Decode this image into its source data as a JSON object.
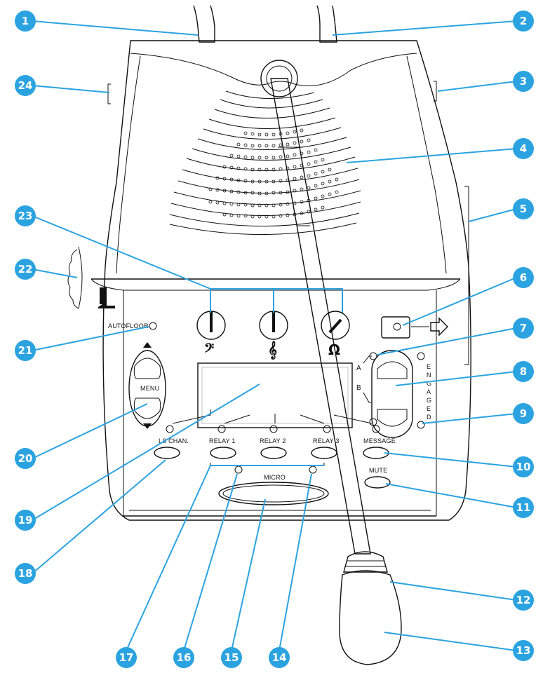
{
  "device": {
    "labels": {
      "autofloor": "AUTOFLOOR",
      "menu": "MENU",
      "ls_chan": "LS CHAN.",
      "relay1": "RELAY 1",
      "relay2": "RELAY 2",
      "relay3": "RELAY 3",
      "message": "MESSAGE",
      "mute": "MUTE",
      "micro": "MICRO",
      "a": "A",
      "b": "B",
      "engaged": [
        "E",
        "N",
        "G",
        "A",
        "G",
        "E",
        "D"
      ]
    }
  },
  "callouts": [
    "1",
    "2",
    "3",
    "4",
    "5",
    "6",
    "7",
    "8",
    "9",
    "10",
    "11",
    "12",
    "13",
    "14",
    "15",
    "16",
    "17",
    "18",
    "19",
    "20",
    "21",
    "22",
    "23",
    "24"
  ],
  "colors": {
    "callout": "#2ba3e0",
    "outline": "#111111",
    "background": "#ffffff"
  }
}
